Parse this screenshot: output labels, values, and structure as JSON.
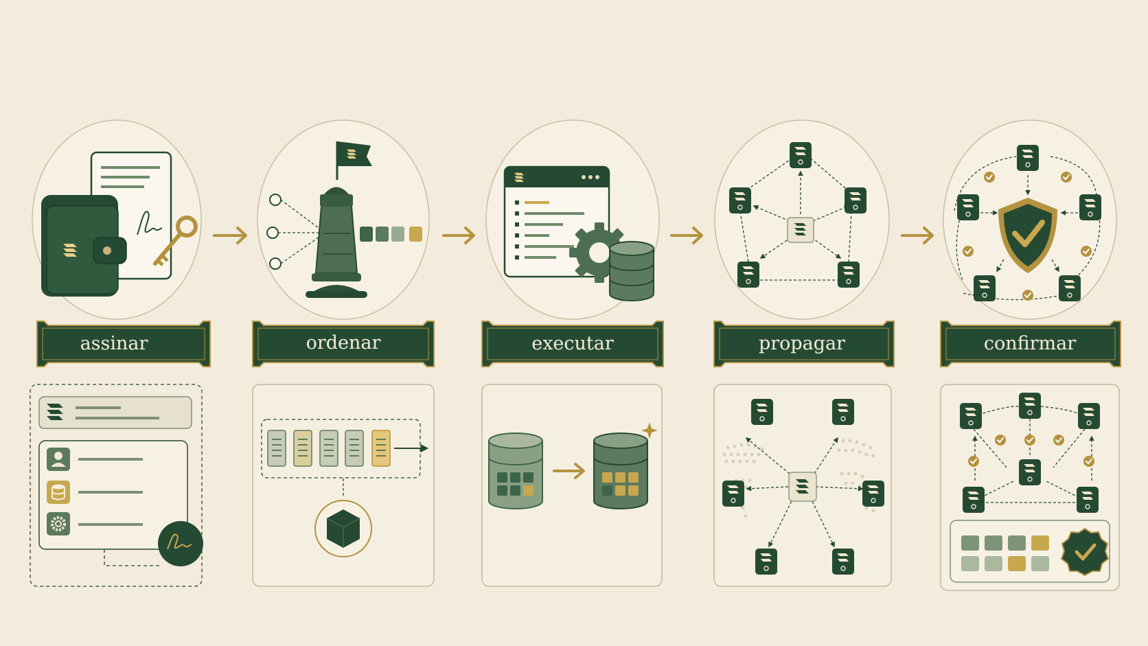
{
  "steps": [
    {
      "label": "assinar"
    },
    {
      "label": "ordenar"
    },
    {
      "label": "executar"
    },
    {
      "label": "propagar"
    },
    {
      "label": "confirmar"
    }
  ],
  "colors": {
    "background": "#f3ecdd",
    "green": "#254a33",
    "green_mid": "#5c7a5e",
    "green_light": "#a9b89f",
    "gold": "#b4923f",
    "paper": "#f5efe1"
  },
  "icons": [
    "wallet-icon",
    "document-icon",
    "signature-icon",
    "key-icon",
    "lighthouse-icon",
    "flag-icon",
    "browser-window-icon",
    "gear-icon",
    "database-icon",
    "server-node-icon",
    "shield-check-icon",
    "check-icon",
    "cube-icon",
    "user-icon",
    "badge-check-icon",
    "world-map-icon"
  ]
}
